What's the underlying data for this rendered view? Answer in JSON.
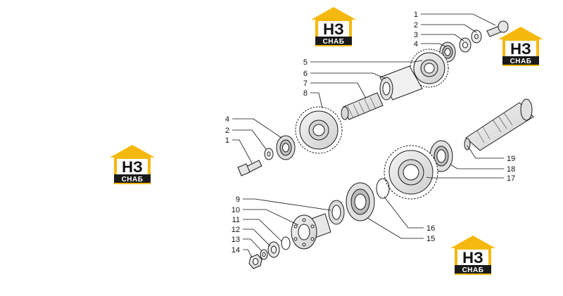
{
  "watermark": {
    "top_text": "НЗ",
    "bottom_text": "СНАБ",
    "colors": {
      "roof": "#f5b80e",
      "band": "#1a1a1a",
      "tile": "#ffffff"
    }
  },
  "callouts": {
    "c1a": "1",
    "c2a": "2",
    "c3a": "3",
    "c4a": "4",
    "c5": "5",
    "c6": "6",
    "c7": "7",
    "c8": "8",
    "c4b": "4",
    "c2b": "2",
    "c1b": "1",
    "c19": "19",
    "c18": "18",
    "c17": "17",
    "c9": "9",
    "c10": "10",
    "c11": "11",
    "c12": "12",
    "c13": "13",
    "c14": "14",
    "c16": "16",
    "c15": "15"
  }
}
